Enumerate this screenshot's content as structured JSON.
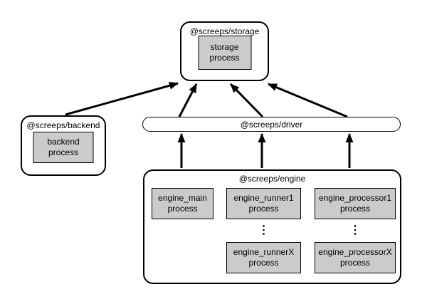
{
  "colors": {
    "background": "#ffffff",
    "process_box_fill": "#cbcbcb",
    "border": "#000000",
    "arrow": "#000000"
  },
  "nodes": {
    "storage": {
      "title": "@screeps/storage",
      "process": "storage\nprocess"
    },
    "backend": {
      "title": "@screeps/backend",
      "process": "backend\nprocess"
    },
    "driver": {
      "title": "@screeps/driver"
    },
    "engine": {
      "title": "@screeps/engine",
      "main_process": "engine_main\nprocess",
      "runner1_process": "engine_runner1\nprocess",
      "runnerX_process": "engine_runnerX\nprocess",
      "processor1_process": "engine_processor1\nprocess",
      "processorX_process": "engine_processorX\nprocess",
      "runner_ellipsis": "⋮",
      "processor_ellipsis": "⋮"
    }
  },
  "edges": [
    {
      "from": "@screeps/backend",
      "to": "@screeps/storage"
    },
    {
      "from": "@screeps/driver",
      "to": "@screeps/storage",
      "position": "left"
    },
    {
      "from": "@screeps/driver",
      "to": "@screeps/storage",
      "position": "middle"
    },
    {
      "from": "@screeps/driver",
      "to": "@screeps/storage",
      "position": "right"
    },
    {
      "from": "@screeps/engine",
      "to": "@screeps/driver",
      "position": "left"
    },
    {
      "from": "@screeps/engine",
      "to": "@screeps/driver",
      "position": "middle"
    },
    {
      "from": "@screeps/engine",
      "to": "@screeps/driver",
      "position": "right"
    }
  ]
}
